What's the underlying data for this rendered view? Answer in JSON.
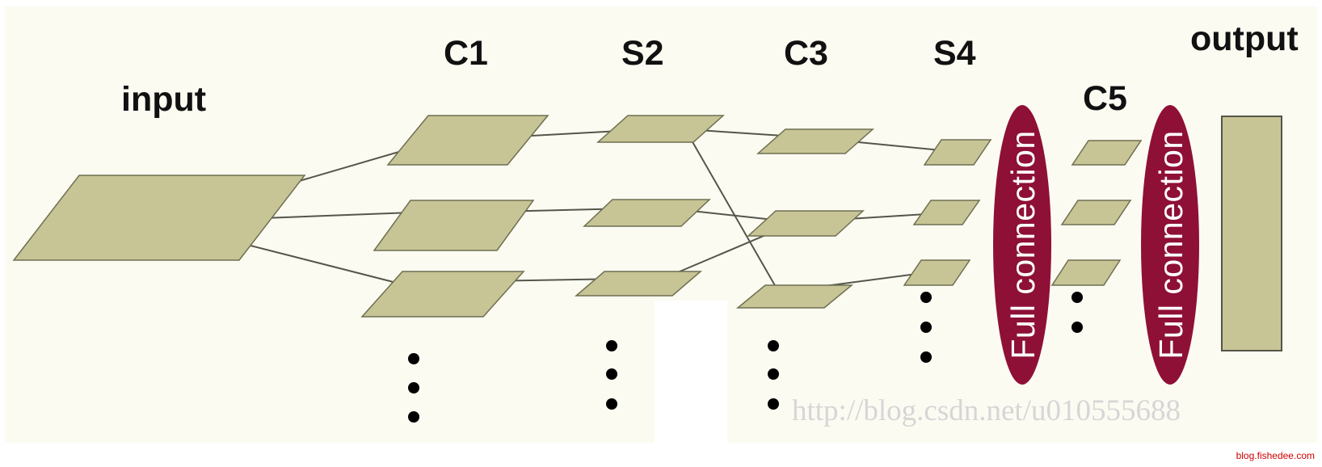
{
  "diagram": {
    "layer_labels": {
      "input": "input",
      "c1": "C1",
      "s2": "S2",
      "c3": "C3",
      "s4": "S4",
      "c5": "C5",
      "output": "output"
    },
    "connection_labels": {
      "first": "Full connection",
      "second": "Full connection"
    },
    "watermark": "http://blog.csdn.net/u010555688",
    "credit": "blog.fishedee.com"
  },
  "colors": {
    "background": "#fcfbf2",
    "feature_map": "#c7c596",
    "feature_map_edge": "#6f6f52",
    "full_connection": "#8e1037",
    "output_box": "#c7c596"
  }
}
